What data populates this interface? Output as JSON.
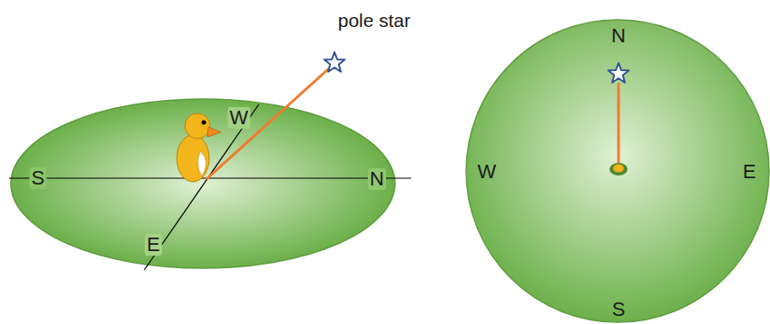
{
  "diagram": {
    "labels": [
      "pole star",
      "W",
      "S",
      "N",
      "E",
      "N",
      "W",
      "E",
      "S"
    ]
  }
}
